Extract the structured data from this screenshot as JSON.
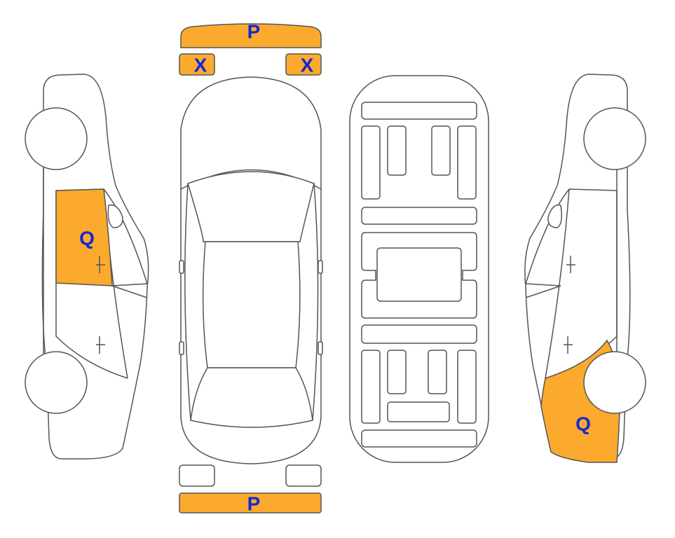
{
  "colors": {
    "damage_fill": "#FBAA2E",
    "mark_text": "#1428D2",
    "outline": "#555555"
  },
  "parts": {
    "front_bumper": {
      "code": "P",
      "damaged": true
    },
    "front_left_light": {
      "code": "X",
      "damaged": true
    },
    "front_right_light": {
      "code": "X",
      "damaged": true
    },
    "left_front_door": {
      "code": "Q",
      "damaged": true
    },
    "right_rear_quarter": {
      "code": "Q",
      "damaged": true
    },
    "rear_left_light": {
      "code": "",
      "damaged": false
    },
    "rear_right_light": {
      "code": "",
      "damaged": false
    },
    "rear_bumper": {
      "code": "P",
      "damaged": true
    }
  },
  "views": [
    "left-side",
    "top",
    "underbody",
    "right-side"
  ]
}
